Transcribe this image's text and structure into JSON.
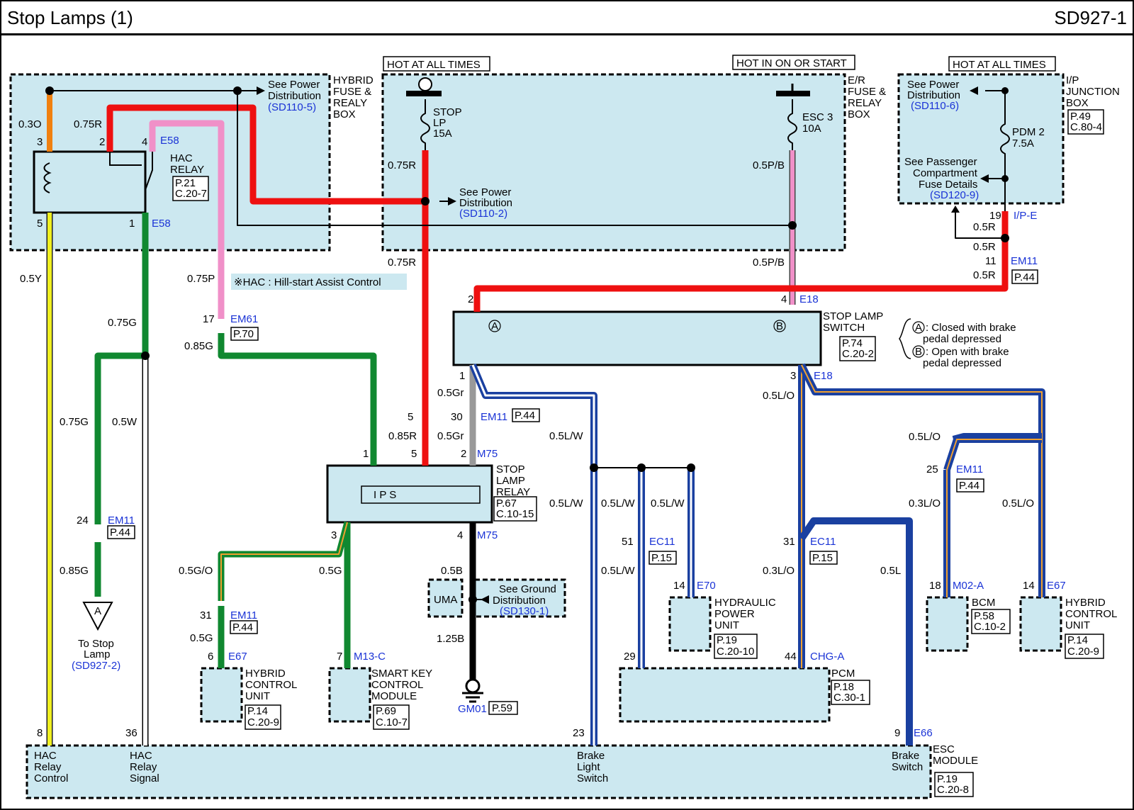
{
  "header": {
    "title": "Stop Lamps (1)",
    "code": "SD927-1"
  },
  "hot": {
    "left": "HOT AT ALL TIMES",
    "mid": "HOT IN ON OR START",
    "right": "HOT AT ALL TIMES"
  },
  "hybrid_box": {
    "l1": "HYBRID",
    "l2": "FUSE &",
    "l3": "REALY",
    "l4": "BOX",
    "sp1": "See Power",
    "sp2": "Distribution",
    "sp3": "(SD110-5)",
    "w1": "0.3O",
    "w2": "0.75R",
    "p3": "3",
    "p2": "2",
    "p4": "4",
    "conn": "E58",
    "p5": "5",
    "p1": "1",
    "conn2": "E58"
  },
  "hac_relay": {
    "l1": "HAC",
    "l2": "RELAY",
    "r1": "P.21",
    "r2": "C.20-7"
  },
  "er_box": {
    "l1": "E/R",
    "l2": "FUSE &",
    "l3": "RELAY",
    "l4": "BOX",
    "f1a": "STOP",
    "f1b": "LP",
    "f1c": "15A",
    "f2a": "ESC 3",
    "f2b": "10A",
    "w1": "0.75R",
    "w2": "0.5P/B",
    "sp1": "See Power",
    "sp2": "Distribution",
    "sp3": "(SD110-2)"
  },
  "ip_box": {
    "l1": "I/P",
    "l2": "JUNCTION",
    "l3": "BOX",
    "r1": "P.49",
    "r2": "C.80-4",
    "sp1": "See Power",
    "sp2": "Distribution",
    "sp3": "(SD110-6)",
    "f1": "PDM 2",
    "f2": "7.5A",
    "pc1": "See Passenger",
    "pc2": "Compartment",
    "pc3": "Fuse Details",
    "pc4": "(SD120-9)",
    "pin": "19",
    "conn": "I/P-E",
    "w1": "0.5R",
    "w2": "0.5R",
    "em11p": "11",
    "em11": "EM11",
    "w3": "0.5R",
    "ref": "P.44"
  },
  "note": {
    "hac": "※HAC : Hill-start Assist Control",
    "a1": ": Closed with brake",
    "a2": "pedal depressed",
    "b1": ": Open with brake",
    "b2": "pedal depressed",
    "A": "A",
    "B": "B"
  },
  "wires": {
    "r075a": "0.75R",
    "p075": "0.75P",
    "y05": "0.5Y",
    "g075": "0.75G",
    "p05b": "0.5P/B",
    "g075b": "0.75G",
    "w05": "0.5W",
    "g085": "0.85G",
    "g085b": "0.85G",
    "r085": "0.85R",
    "gr05a": "0.5Gr",
    "gr05b": "0.5Gr",
    "lw05a": "0.5L/W",
    "lw05b": "0.5L/W",
    "lw05c": "0.5L/W",
    "lw05d": "0.5L/W",
    "lw05e": "0.5L/W",
    "lo05a": "0.5L/O",
    "lo05b": "0.5L/O",
    "lo03a": "0.3L/O",
    "lo03b": "0.3L/O",
    "lo05c": "0.5L/O",
    "l05": "0.5L",
    "go05": "0.5G/O",
    "g05": "0.5G",
    "g05b": "0.5G",
    "b05": "0.5B",
    "b125": "1.25B"
  },
  "stop_switch": {
    "l1": "STOP LAMP",
    "l2": "SWITCH",
    "r1": "P.74",
    "r2": "C.20-2",
    "p2": "2",
    "p4": "4",
    "conn": "E18",
    "p1": "1",
    "p3": "3",
    "conn2": "E18"
  },
  "stop_relay": {
    "l1": "STOP",
    "l2": "LAMP",
    "l3": "RELAY",
    "r1": "P.67",
    "r2": "C.10-15",
    "ips": "I P S",
    "p1": "1",
    "p5": "5",
    "p2": "2",
    "conn": "M75",
    "p3": "3",
    "p4": "4",
    "conn2": "M75"
  },
  "conns": {
    "em61p": "17",
    "em61": "EM61",
    "em61r": "P.70",
    "em11a": "5",
    "em11b": "30",
    "em11c": "EM11",
    "em11r": "P.44",
    "em11d": "24",
    "em11e": "EM11",
    "em11er": "P.44",
    "em11f": "31",
    "em11g": "EM11",
    "em11gr": "P.44",
    "em11h": "25",
    "em11i": "EM11",
    "em11ir": "P.44",
    "ec11a": "51",
    "ec11b": "EC11",
    "ec11br": "P.15",
    "ec11c": "31",
    "ec11d": "EC11",
    "ec11dr": "P.15"
  },
  "ground": {
    "uma": "UMA",
    "g1": "See Ground",
    "g2": "Distribution",
    "g3": "(SD130-1)",
    "gm": "GM01",
    "gmr": "P.59"
  },
  "tostop": {
    "A": "A",
    "l1": "To Stop",
    "l2": "Lamp",
    "l3": "(SD927-2)"
  },
  "hcu1": {
    "pin": "6",
    "conn": "E67",
    "l1": "HYBRID",
    "l2": "CONTROL",
    "l3": "UNIT",
    "r1": "P.14",
    "r2": "C.20-9"
  },
  "smk": {
    "pin": "7",
    "conn": "M13-C",
    "l1": "SMART KEY",
    "l2": "CONTROL",
    "l3": "MODULE",
    "r1": "P.69",
    "r2": "C.10-7"
  },
  "hpu": {
    "pin": "14",
    "conn": "E70",
    "l1": "HYDRAULIC",
    "l2": "POWER",
    "l3": "UNIT",
    "r1": "P.19",
    "r2": "C.20-10"
  },
  "pcm": {
    "p29": "29",
    "p44": "44",
    "conn": "CHG-A",
    "l1": "PCM",
    "r1": "P.18",
    "r2": "C.30-1"
  },
  "bcm": {
    "pin": "18",
    "conn": "M02-A",
    "l1": "BCM",
    "r1": "P.58",
    "r2": "C.10-2"
  },
  "hcu2": {
    "pin": "14",
    "conn": "E67",
    "l1": "HYBRID",
    "l2": "CONTROL",
    "l3": "UNIT",
    "r1": "P.14",
    "r2": "C.20-9"
  },
  "esc": {
    "p8": "8",
    "p36": "36",
    "p23": "23",
    "p9": "9",
    "conn": "E66",
    "t1a": "HAC",
    "t1b": "Relay",
    "t1c": "Control",
    "t2a": "HAC",
    "t2b": "Relay",
    "t2c": "Signal",
    "t3a": "Brake",
    "t3b": "Light",
    "t3c": "Switch",
    "t4a": "Brake",
    "t4b": "Switch",
    "l1": "ESC",
    "l2": "MODULE",
    "r1": "P.19",
    "r2": "C.20-8"
  }
}
